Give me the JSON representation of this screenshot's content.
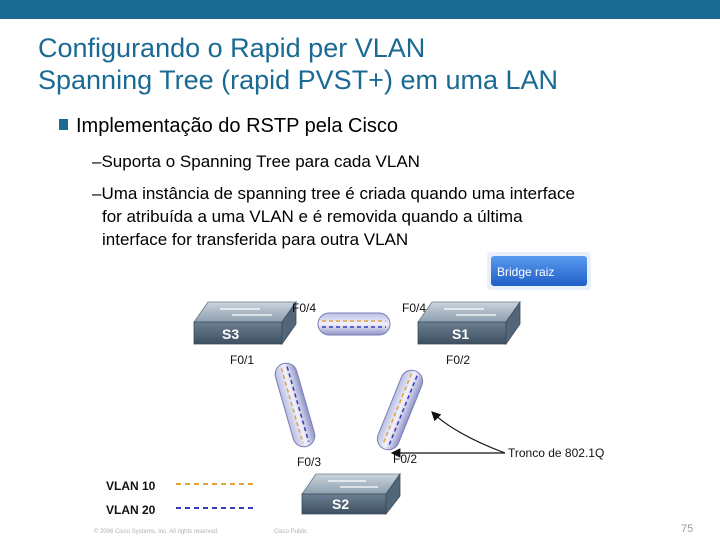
{
  "title": {
    "line1": "Configurando o  Rapid per VLAN",
    "line2": "Spanning Tree (rapid PVST+) em uma LAN"
  },
  "bullet": "Implementação do RSTP pela Cisco",
  "subbullets": {
    "first": "–Suporta o Spanning Tree para cada VLAN",
    "second_line1": "–Uma instância de spanning tree é criada quando uma interface",
    "second_line2": "for atribuída a uma VLAN e é removida quando a última",
    "second_line3": "interface for transferida para outra VLAN"
  },
  "diagram": {
    "root_bridge_label": "Bridge raiz",
    "trunk_label": "Tronco de 802.1Q",
    "switches": {
      "s3": "S3",
      "s1": "S1",
      "s2": "S2"
    },
    "ports": {
      "s3_top": "F0/4",
      "s1_top": "F0/4",
      "s3_bottom": "F0/1",
      "s1_bottom": "F0/2",
      "s2_left": "F0/3",
      "s2_right": "F0/2"
    },
    "legend": [
      {
        "label": "VLAN 10",
        "color": "#e8a23a"
      },
      {
        "label": "VLAN 20",
        "color": "#3a3ab8"
      }
    ]
  },
  "footer": {
    "copyright": "© 2006 Cisco Systems, Inc. All rights reserved.",
    "classification": "Cisco Public",
    "page": "75"
  },
  "colors": {
    "accent": "#1a6a93",
    "root_bridge": "#2e6fd6"
  }
}
